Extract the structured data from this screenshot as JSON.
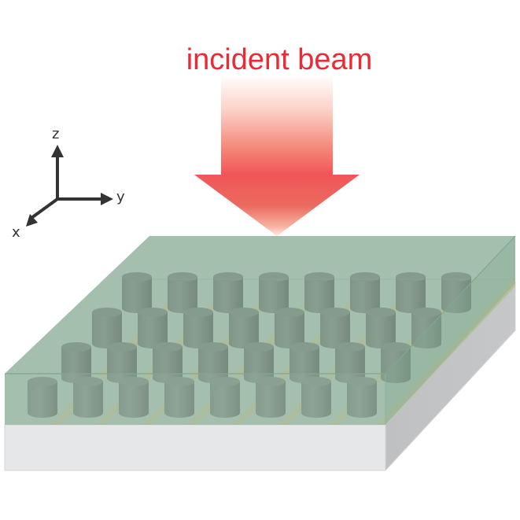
{
  "title": "incident beam",
  "axes": {
    "z_label": "z",
    "y_label": "y",
    "x_label": "x"
  },
  "colors": {
    "beam_text": "#ec2a35",
    "beam_arrow": "#f05558",
    "cover_layer": "#a3bfad",
    "cylinder": "#73857a",
    "rod": "#b7bf93",
    "substrate_front": "#e6e7e8",
    "substrate_side": "#c1c2c4",
    "axis": "#333333"
  },
  "structure": {
    "cylinder_rows": 4,
    "cylinders_per_row": 8,
    "layers": [
      "cover layer",
      "cylinder array",
      "rod grating",
      "substrate"
    ]
  }
}
